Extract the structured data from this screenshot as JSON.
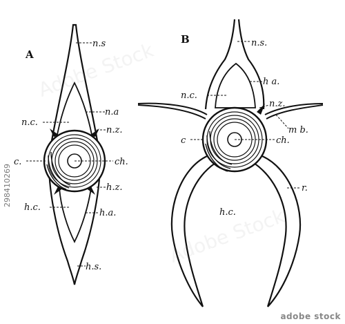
{
  "figure": {
    "panel_a": {
      "letter": "A",
      "labels": {
        "ns": "n.s",
        "na": "n.a",
        "nc": "n.c.",
        "nz": "n.z.",
        "c": "c.",
        "ch": "ch.",
        "hz": "h.z.",
        "hc": "h.c.",
        "ha": "h.a.",
        "hs": "h.s."
      }
    },
    "panel_b": {
      "letter": "B",
      "labels": {
        "ns": "n.s.",
        "ha": "h a.",
        "nc": "n.c.",
        "nz": "n.z.",
        "mb": "m b.",
        "c": "c",
        "ch": "ch.",
        "r": "r.",
        "hc": "h.c."
      }
    }
  },
  "stock": {
    "image_id": "298410269",
    "brand": "adobe stock",
    "watermark_text": "Adobe Stock"
  }
}
